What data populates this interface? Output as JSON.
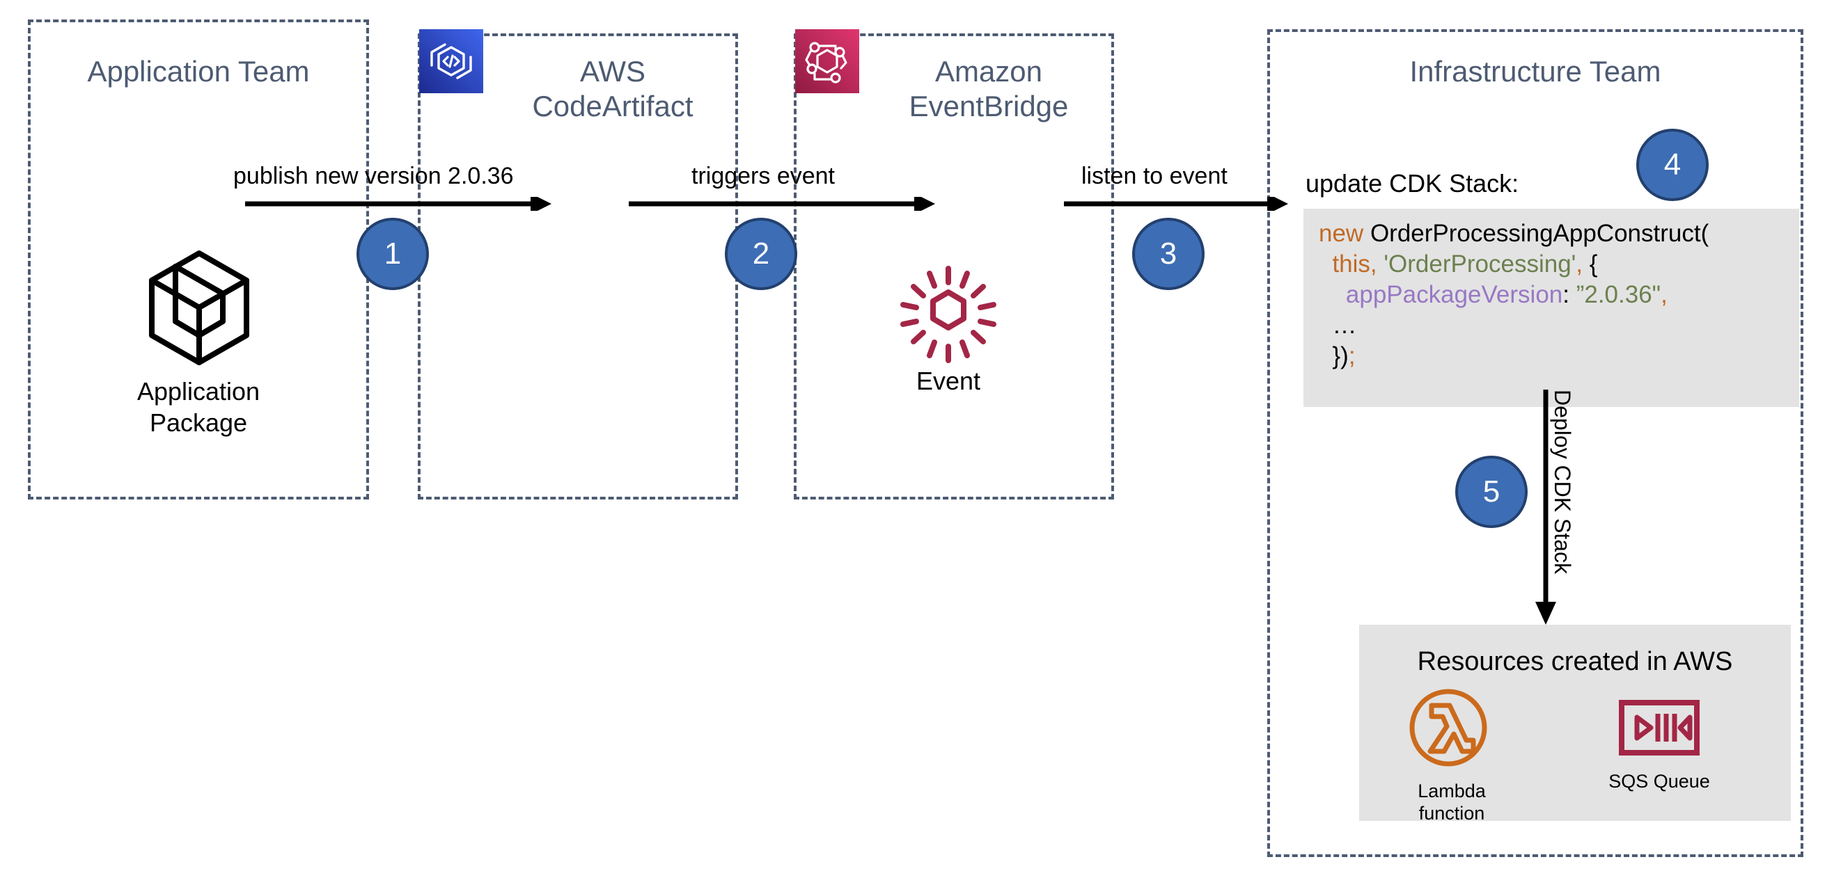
{
  "diagram": {
    "title": "AWS CodeArtifact / EventBridge CDK deployment flow",
    "colors": {
      "dashed_border": "#4d5b72",
      "team_title": "#4d5b72",
      "badge_fill": "#3d6db4",
      "badge_border": "#23406e",
      "badge_text": "#ffffff",
      "panel_gray": "#e3e3e3",
      "codeartifact_blue_dark": "#1f2b8c",
      "codeartifact_blue_light": "#3b63e8",
      "eventbridge_crimson_light": "#d6336c",
      "eventbridge_crimson_dark": "#9c1d48",
      "event_crimson": "#a32646",
      "lambda_orange": "#cb6a1c",
      "sqs_crimson": "#a32646",
      "arrow_black": "#000000"
    }
  },
  "teams": [
    {
      "name": "application-team",
      "title": "Application Team"
    },
    {
      "name": "codeartifact",
      "title": "AWS\nCodeArtifact"
    },
    {
      "name": "eventbridge",
      "title": "Amazon\nEventBridge"
    },
    {
      "name": "infrastructure-team",
      "title": "Infrastructure Team"
    }
  ],
  "icons": {
    "codeartifact": "aws-codeartifact-icon",
    "eventbridge": "amazon-eventbridge-icon",
    "application_package": "package-cube-icon",
    "event": "event-burst-icon",
    "lambda": "aws-lambda-icon",
    "sqs": "amazon-sqs-icon"
  },
  "nodes": [
    {
      "name": "application-package",
      "label": "Application\nPackage"
    },
    {
      "name": "event",
      "label": "Event"
    }
  ],
  "flows": [
    {
      "step": "1",
      "label": "publish new version 2.0.36"
    },
    {
      "step": "2",
      "label": "triggers event"
    },
    {
      "step": "3",
      "label": "listen to event"
    },
    {
      "step": "4",
      "label": "update CDK Stack:"
    },
    {
      "step": "5",
      "label": "Deploy CDK Stack"
    }
  ],
  "code": {
    "heading": "update CDK Stack:",
    "lines": [
      {
        "kw": "new ",
        "text": "OrderProcessingAppConstruct("
      },
      {
        "indent": "  ",
        "kw": "this, ",
        "str": "'OrderProcessing'",
        "pun": ",",
        "text": " {"
      },
      {
        "indent": "    ",
        "prop": "appPackageVersion",
        "text": ": ",
        "str": "”2.0.36\"",
        "pun": ","
      },
      {
        "indent": "  ",
        "text": "…"
      },
      {
        "indent": "  ",
        "text": "})",
        "pun": ";"
      }
    ],
    "plain": "new OrderProcessingAppConstruct(\n  this, 'OrderProcessing', {\n    appPackageVersion: ”2.0.36\",\n  …\n  });"
  },
  "resources": {
    "title": "Resources created in AWS",
    "items": [
      {
        "name": "lambda-function",
        "caption": "Lambda\nfunction"
      },
      {
        "name": "sqs-queue",
        "caption": "SQS Queue"
      }
    ]
  }
}
